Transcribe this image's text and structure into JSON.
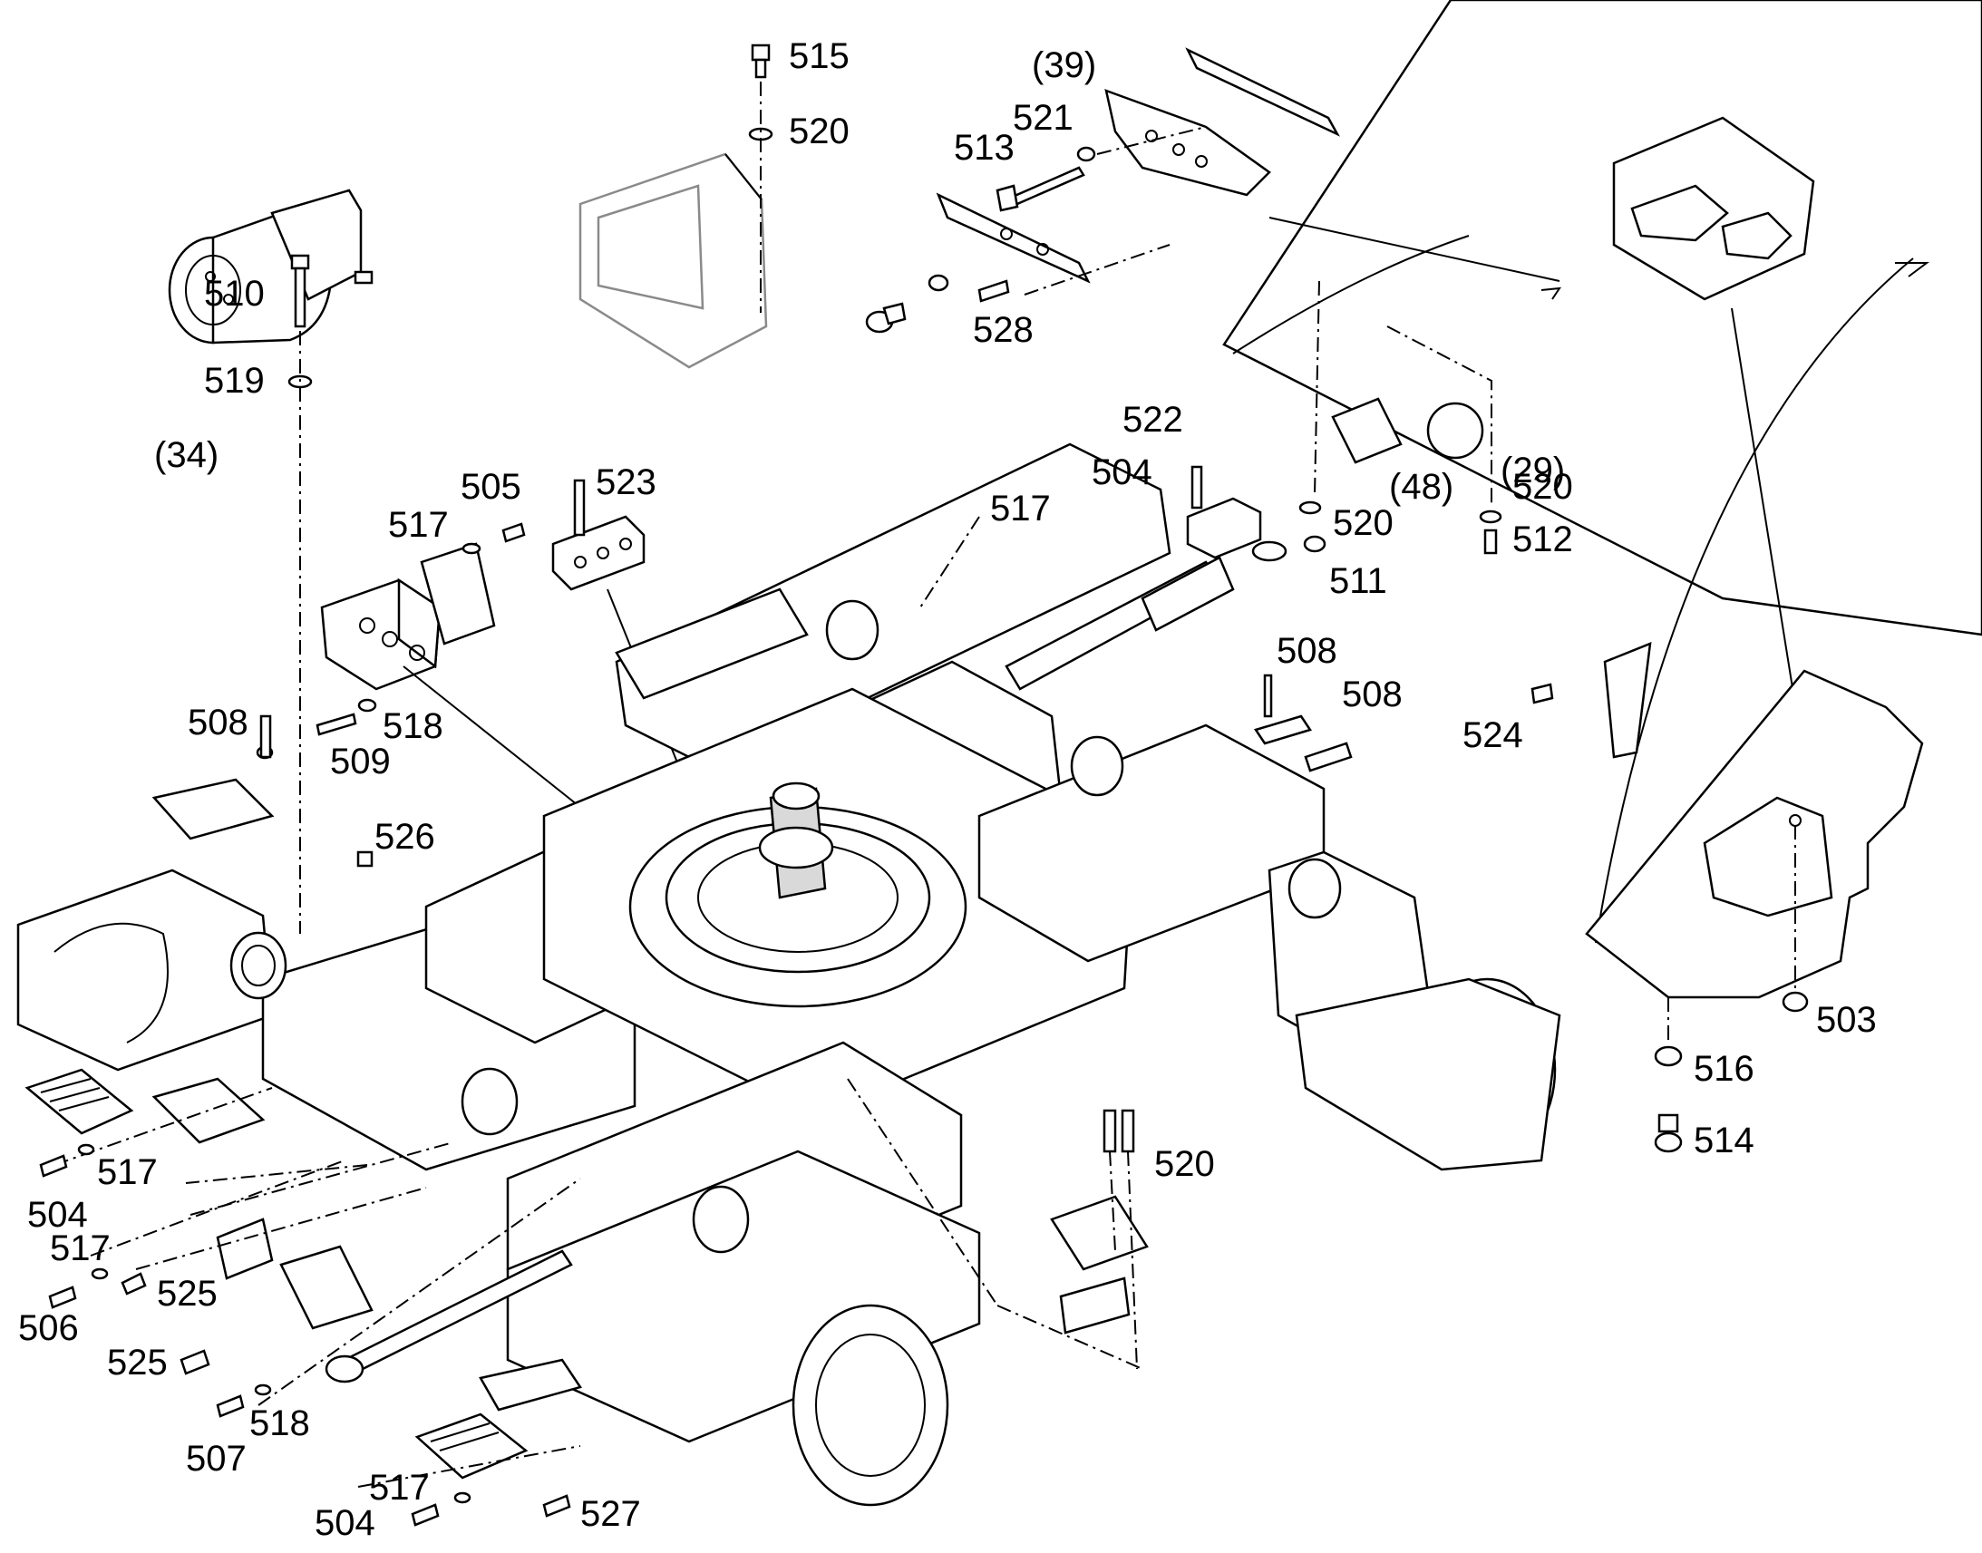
{
  "diagram": {
    "callouts": [
      {
        "id": "c515",
        "text": "515"
      },
      {
        "id": "c520a",
        "text": "520"
      },
      {
        "id": "c39",
        "text": "(39)"
      },
      {
        "id": "c521",
        "text": "521"
      },
      {
        "id": "c513",
        "text": "513"
      },
      {
        "id": "c528",
        "text": "528"
      },
      {
        "id": "c510",
        "text": "510"
      },
      {
        "id": "c519",
        "text": "519"
      },
      {
        "id": "c34",
        "text": "(34)"
      },
      {
        "id": "c505",
        "text": "505"
      },
      {
        "id": "c517a",
        "text": "517"
      },
      {
        "id": "c523",
        "text": "523"
      },
      {
        "id": "c522",
        "text": "522"
      },
      {
        "id": "c504a",
        "text": "504"
      },
      {
        "id": "c517b",
        "text": "517"
      },
      {
        "id": "c29",
        "text": "(29)"
      },
      {
        "id": "c48",
        "text": "(48)"
      },
      {
        "id": "c520b",
        "text": "520"
      },
      {
        "id": "c520c",
        "text": "520"
      },
      {
        "id": "c512",
        "text": "512"
      },
      {
        "id": "c511",
        "text": "511"
      },
      {
        "id": "c518a",
        "text": "518"
      },
      {
        "id": "c509",
        "text": "509"
      },
      {
        "id": "c508a",
        "text": "508"
      },
      {
        "id": "c508b",
        "text": "508"
      },
      {
        "id": "c508c",
        "text": "508"
      },
      {
        "id": "c524",
        "text": "524"
      },
      {
        "id": "c526",
        "text": "526"
      },
      {
        "id": "c503",
        "text": "503"
      },
      {
        "id": "c516",
        "text": "516"
      },
      {
        "id": "c514",
        "text": "514"
      },
      {
        "id": "c517c",
        "text": "517"
      },
      {
        "id": "c504b",
        "text": "504"
      },
      {
        "id": "c517d",
        "text": "517"
      },
      {
        "id": "c525a",
        "text": "525"
      },
      {
        "id": "c506",
        "text": "506"
      },
      {
        "id": "c525b",
        "text": "525"
      },
      {
        "id": "c518b",
        "text": "518"
      },
      {
        "id": "c507",
        "text": "507"
      },
      {
        "id": "c520d",
        "text": "520"
      },
      {
        "id": "c517e",
        "text": "517"
      },
      {
        "id": "c504c",
        "text": "504"
      },
      {
        "id": "c527",
        "text": "527"
      }
    ]
  }
}
